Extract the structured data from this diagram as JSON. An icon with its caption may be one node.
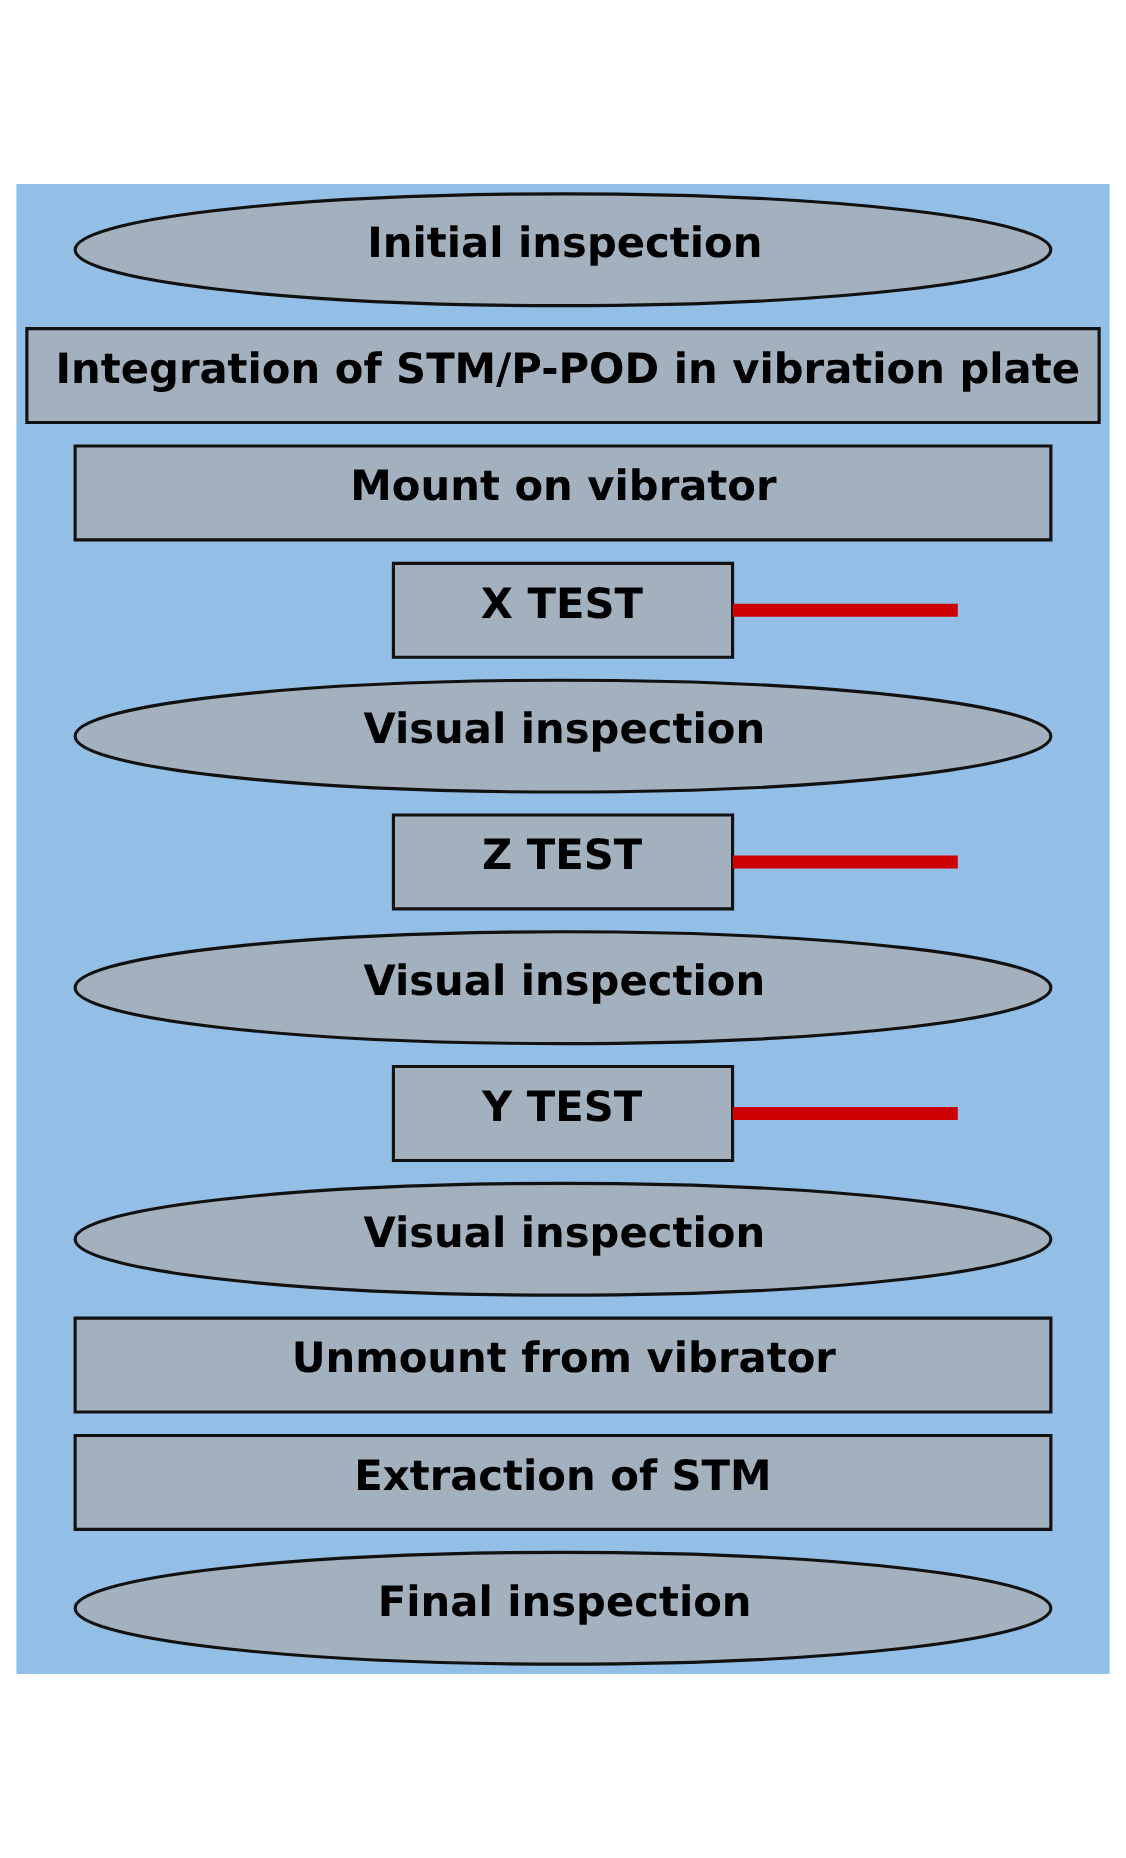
{
  "diagram": {
    "nodes": [
      {
        "text": [
          "Initial inspection"
        ]
      },
      {
        "text": [
          "Integration of STM/P-POD in vibration plate"
        ]
      },
      {
        "text": [
          "Mount on vibrator"
        ]
      },
      {
        "text": [
          "X TEST"
        ]
      },
      {
        "text": [
          "Visual inspection"
        ]
      },
      {
        "text": [
          "Z TEST"
        ]
      },
      {
        "text": [
          "Visual inspection"
        ]
      },
      {
        "text": [
          "Y TEST"
        ]
      },
      {
        "text": [
          "Visual inspection"
        ]
      },
      {
        "text": [
          "Unmount from vibrator"
        ]
      },
      {
        "text": [
          "Extraction of STM"
        ]
      },
      {
        "text": [
          "Final inspection"
        ]
      }
    ],
    "edges": [
      {
        "from": 3,
        "to": null,
        "arrow": "none"
      },
      {
        "from": 5,
        "to": null,
        "arrow": "none"
      },
      {
        "from": 7,
        "to": null,
        "arrow": "none"
      }
    ]
  }
}
